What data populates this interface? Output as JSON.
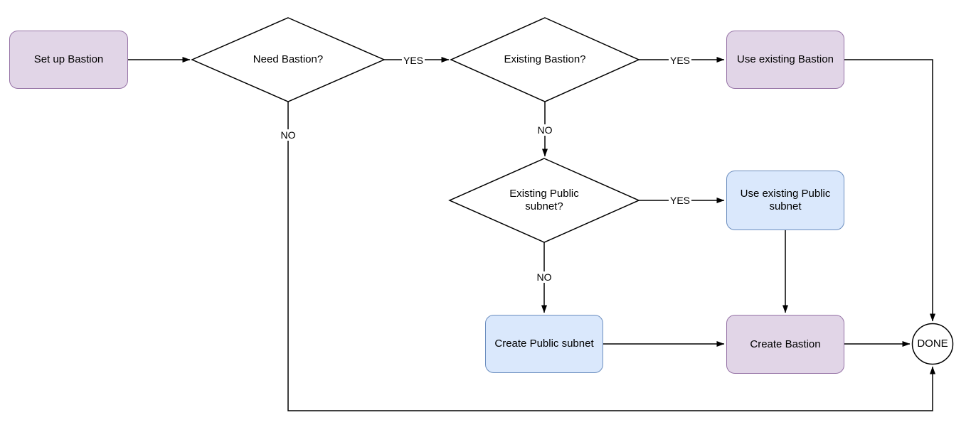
{
  "diagram": {
    "type": "flowchart",
    "nodes": {
      "set_up_bastion": {
        "label": "Set up Bastion",
        "shape": "rounded-rect",
        "fill": "#e1d5e7",
        "stroke": "#9673a6"
      },
      "need_bastion": {
        "label": "Need Bastion?",
        "shape": "diamond",
        "fill": "#ffffff",
        "stroke": "#000000"
      },
      "existing_bastion": {
        "label": "Existing Bastion?",
        "shape": "diamond",
        "fill": "#ffffff",
        "stroke": "#000000"
      },
      "use_existing_bastion": {
        "label": "Use existing Bastion",
        "shape": "rounded-rect",
        "fill": "#e1d5e7",
        "stroke": "#9673a6"
      },
      "existing_public_subnet": {
        "label": "Existing Public subnet?",
        "shape": "diamond",
        "fill": "#ffffff",
        "stroke": "#000000"
      },
      "use_existing_public_subnet": {
        "label": "Use existing Public subnet",
        "shape": "rounded-rect",
        "fill": "#dae8fc",
        "stroke": "#6c8ebf"
      },
      "create_public_subnet": {
        "label": "Create Public subnet",
        "shape": "rounded-rect",
        "fill": "#dae8fc",
        "stroke": "#6c8ebf"
      },
      "create_bastion": {
        "label": "Create Bastion",
        "shape": "rounded-rect",
        "fill": "#e1d5e7",
        "stroke": "#9673a6"
      },
      "done": {
        "label": "DONE",
        "shape": "circle",
        "fill": "#ffffff",
        "stroke": "#000000"
      }
    },
    "edges": [
      {
        "from": "set_up_bastion",
        "to": "need_bastion",
        "label": ""
      },
      {
        "from": "need_bastion",
        "to": "existing_bastion",
        "label": "YES"
      },
      {
        "from": "need_bastion",
        "to": "done",
        "label": "NO"
      },
      {
        "from": "existing_bastion",
        "to": "use_existing_bastion",
        "label": "YES"
      },
      {
        "from": "existing_bastion",
        "to": "existing_public_subnet",
        "label": "NO"
      },
      {
        "from": "existing_public_subnet",
        "to": "use_existing_public_subnet",
        "label": "YES"
      },
      {
        "from": "existing_public_subnet",
        "to": "create_public_subnet",
        "label": "NO"
      },
      {
        "from": "create_public_subnet",
        "to": "create_bastion",
        "label": ""
      },
      {
        "from": "use_existing_public_subnet",
        "to": "create_bastion",
        "label": ""
      },
      {
        "from": "create_bastion",
        "to": "done",
        "label": ""
      },
      {
        "from": "use_existing_bastion",
        "to": "done",
        "label": ""
      }
    ],
    "colors": {
      "purple_fill": "#e1d5e7",
      "purple_stroke": "#9673a6",
      "blue_fill": "#dae8fc",
      "blue_stroke": "#6c8ebf",
      "shape_fill": "#ffffff",
      "line": "#000000",
      "text": "#000000",
      "background": "#ffffff"
    }
  }
}
